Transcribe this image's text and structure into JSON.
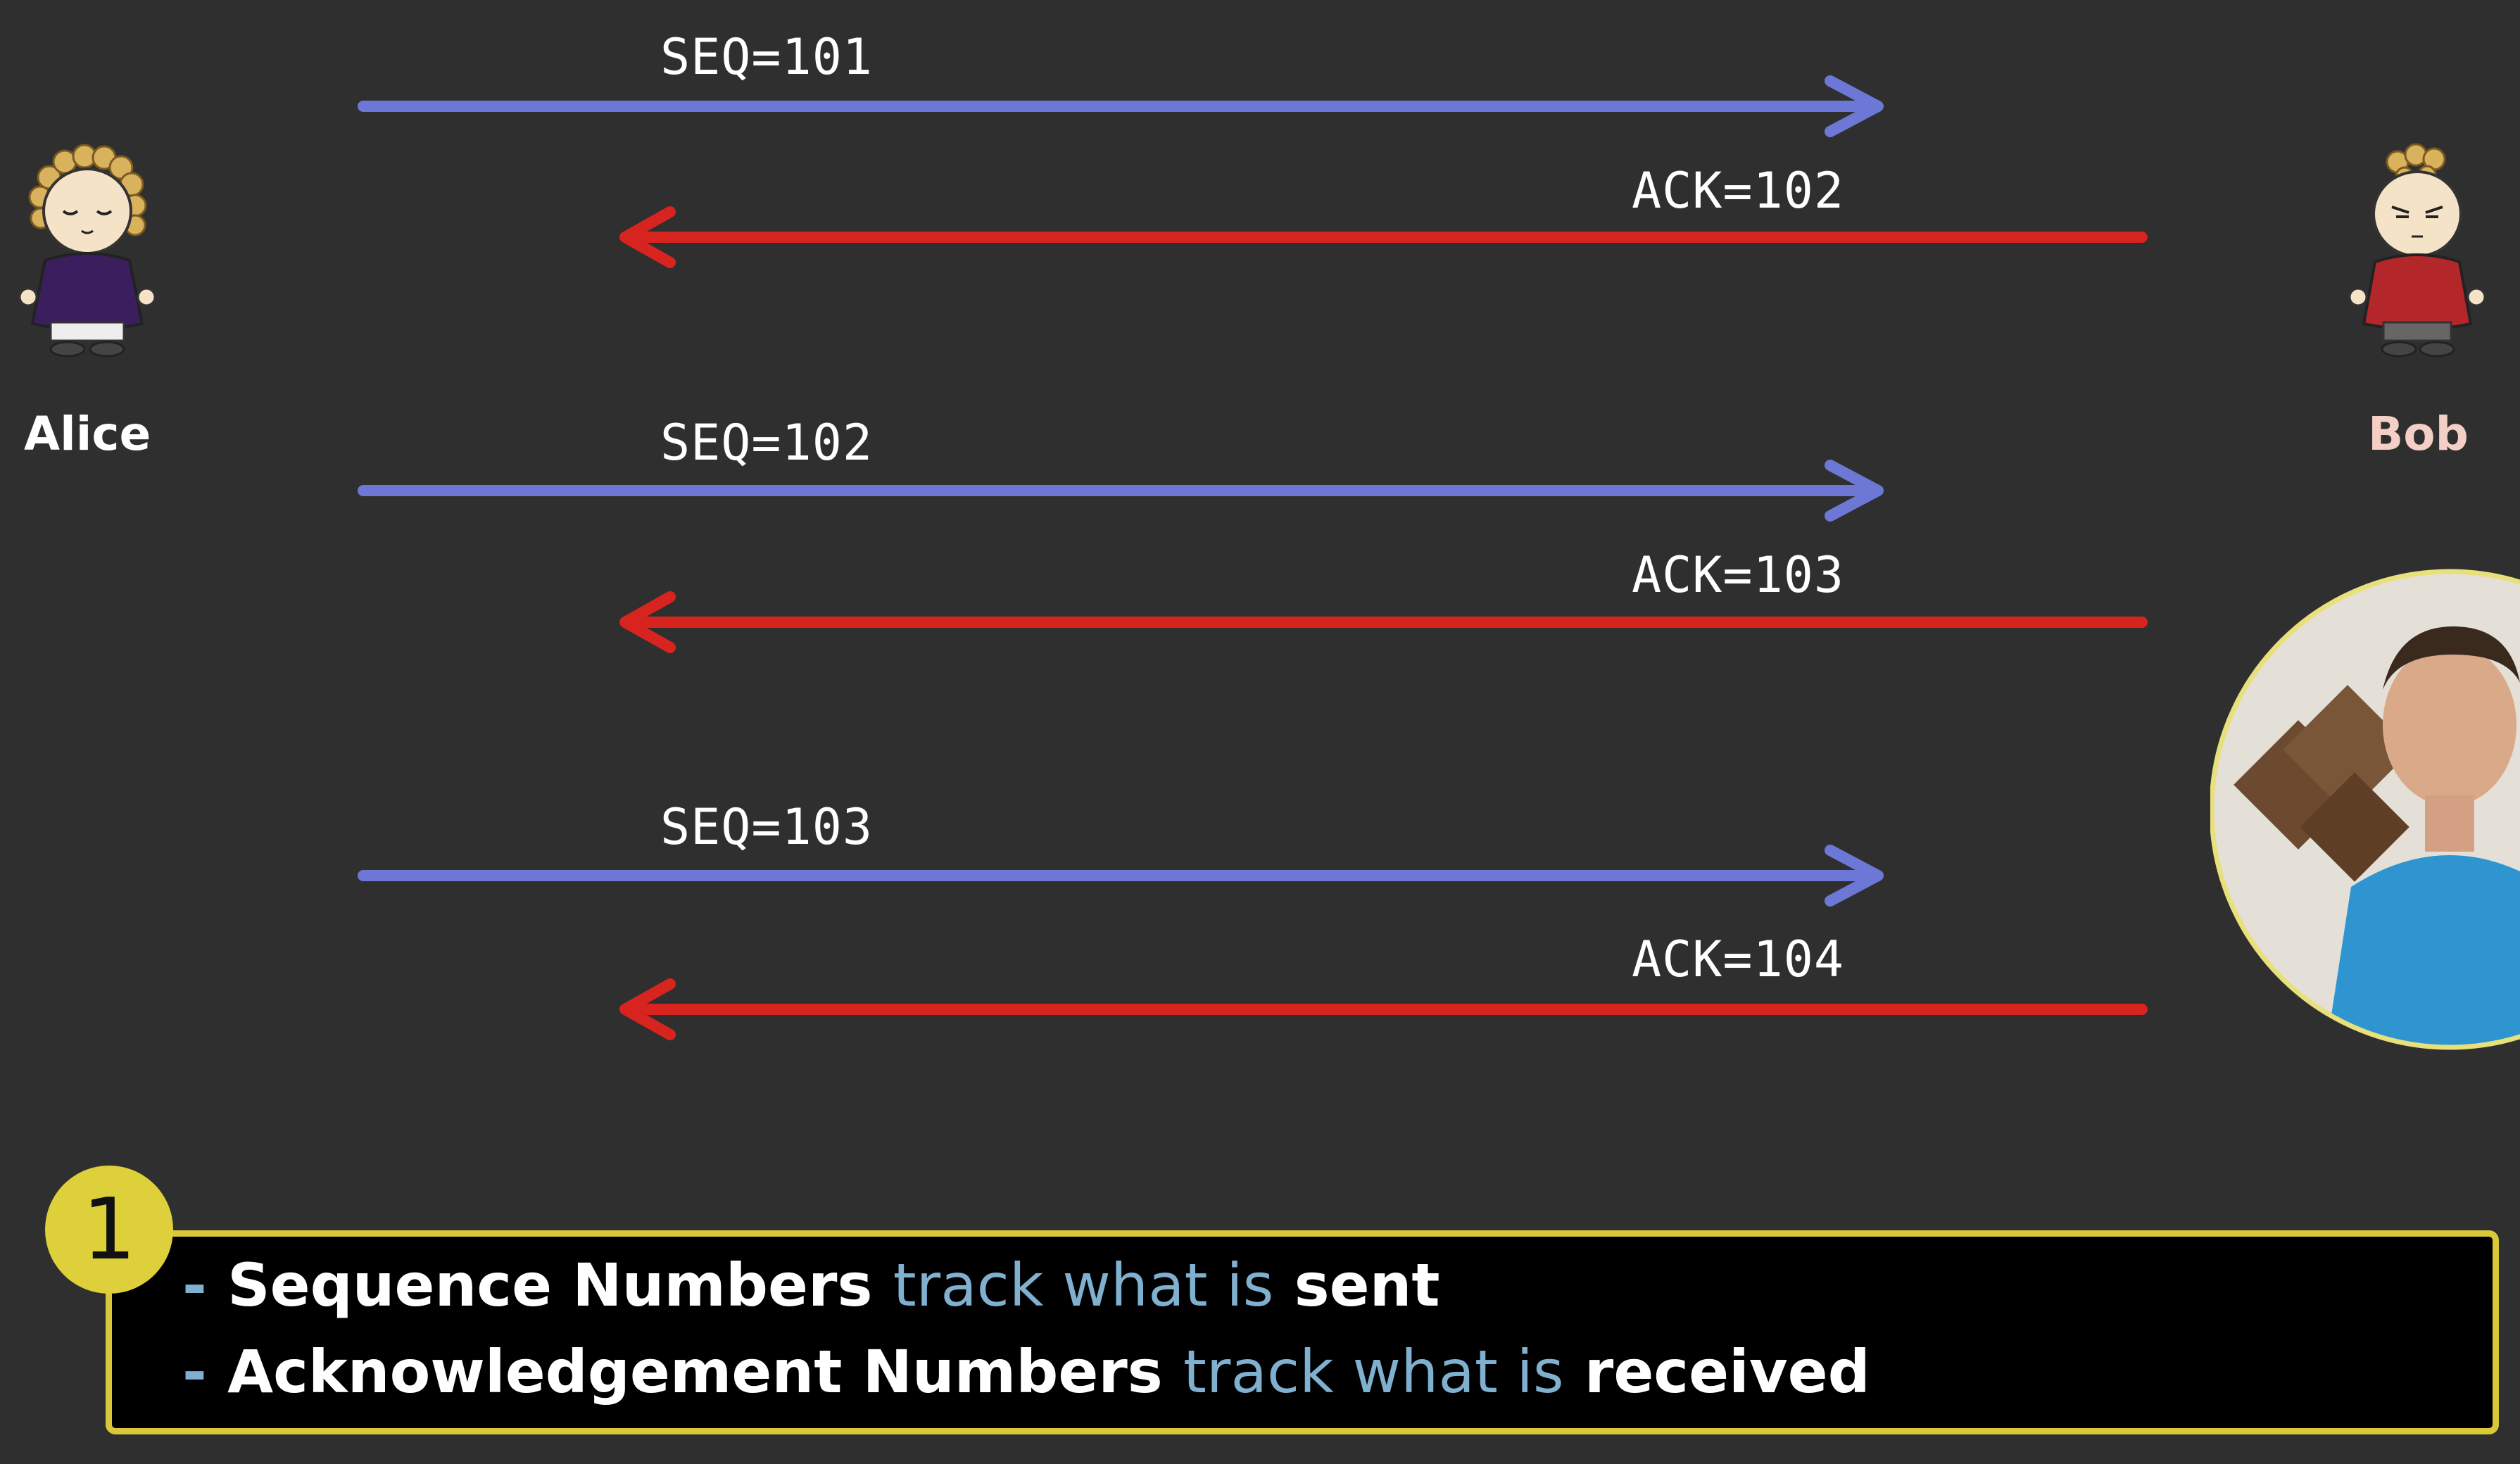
{
  "characters": {
    "left": {
      "name": "Alice",
      "color": "#ffffff"
    },
    "right": {
      "name": "Bob",
      "color": "#f4cfc6"
    }
  },
  "messages": [
    {
      "label": "SEQ=101",
      "direction": "alice-to-bob",
      "color": "#6d78d6"
    },
    {
      "label": "ACK=102",
      "direction": "bob-to-alice",
      "color": "#d8241e"
    },
    {
      "label": "SEQ=102",
      "direction": "alice-to-bob",
      "color": "#6d78d6"
    },
    {
      "label": "ACK=103",
      "direction": "bob-to-alice",
      "color": "#d8241e"
    },
    {
      "label": "SEQ=103",
      "direction": "alice-to-bob",
      "color": "#6d78d6"
    },
    {
      "label": "ACK=104",
      "direction": "bob-to-alice",
      "color": "#d8241e"
    }
  ],
  "caption": {
    "step": "1",
    "line1": {
      "dash": "-",
      "a": "Sequence Numbers",
      "highlight": "track what is",
      "b": "sent"
    },
    "line2": {
      "dash": "-",
      "a": "Acknowledgement Numbers",
      "highlight": "track what is",
      "b": "received"
    },
    "highlight_color": "#7fb0d0",
    "border_color": "#d9c93a"
  }
}
